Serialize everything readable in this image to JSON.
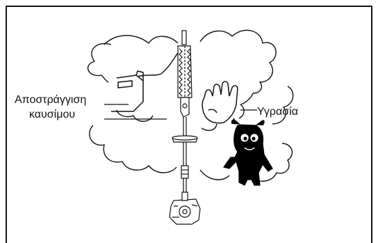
{
  "labels": {
    "fuel_line_1": "Αποστράγγιση",
    "fuel_line_2": "καυσίμου",
    "moisture": "Υγρασία"
  },
  "colors": {
    "stroke": "#111111",
    "background": "#ffffff",
    "creature": "#000000"
  }
}
